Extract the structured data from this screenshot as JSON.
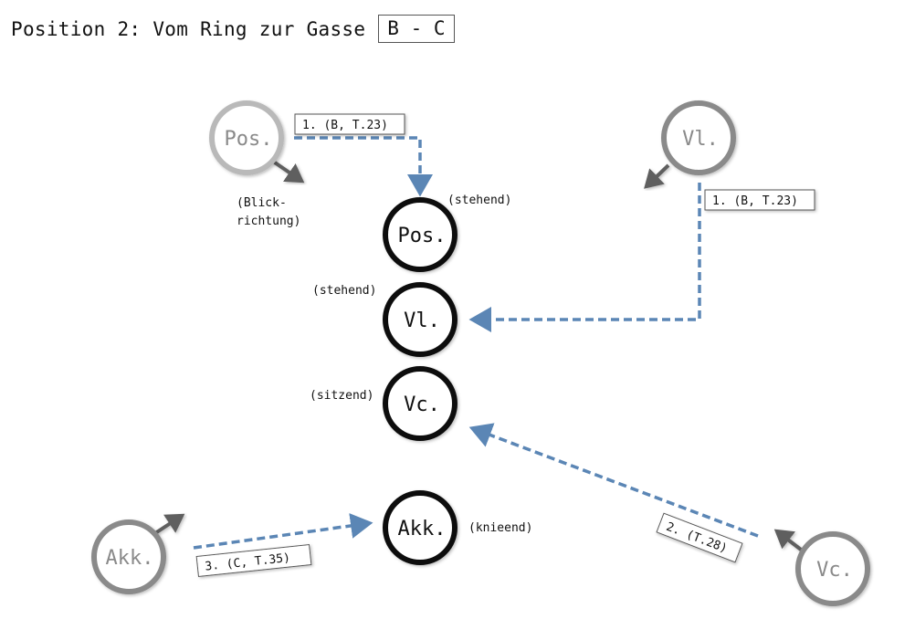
{
  "title": "Position 2: Vom Ring zur Gasse",
  "title_box": "B - C",
  "colors": {
    "arrow": "#5b86b5",
    "circle_final": "#111111",
    "circle_start": "#8a8a8a",
    "pos_start": "#b9b9b9",
    "facing": "#5e5e5e"
  },
  "nodes": {
    "pos_start": "Pos.",
    "vl_start": "Vl.",
    "akk_start": "Akk.",
    "vc_start": "Vc.",
    "pos_final": "Pos.",
    "vl_final": "Vl.",
    "vc_final": "Vc.",
    "akk_final": "Akk."
  },
  "notes": {
    "blick_1": "(Blick-",
    "blick_2": "richtung)",
    "pos_state": "(stehend)",
    "vl_state": "(stehend)",
    "vc_state": "(sitzend)",
    "akk_state": "(knieend)"
  },
  "moves": {
    "pos": "1. (B, T.23)",
    "vl": "1. (B, T.23)",
    "akk": "3. (C, T.35)",
    "vc": "2. (T.28)"
  }
}
